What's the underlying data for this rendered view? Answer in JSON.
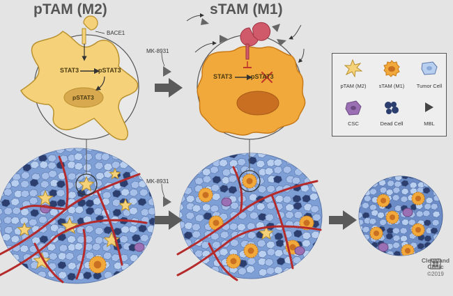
{
  "titles": {
    "left": "pTAM (M2)",
    "right": "sTAM (M1)"
  },
  "labels": {
    "bace1": "BACE1",
    "drug": "MK-8931"
  },
  "cell_text": {
    "left_stat3": "STAT3",
    "left_pstat3": "pSTAT3",
    "left_nucleus": "pSTAT3",
    "right_stat3": "STAT3",
    "right_pstat3": "pSTAT3"
  },
  "legend": [
    {
      "label": "pTAM (M2)",
      "icon": "ptam-icon"
    },
    {
      "label": "sTAM (M1)",
      "icon": "stam-icon"
    },
    {
      "label": "Tumor Cell",
      "icon": "tumor-cell-icon"
    },
    {
      "label": "CSC",
      "icon": "csc-icon"
    },
    {
      "label": "Dead Cell",
      "icon": "dead-cell-icon"
    },
    {
      "label": "MBL",
      "icon": "mbl-icon"
    }
  ],
  "brand": {
    "name_line1": "Cleveland",
    "name_line2": "Clinic",
    "copyright": "©2019"
  },
  "colors": {
    "background": "#e4e4e4",
    "ptam": "#f5d27a",
    "stam": "#f2a93b",
    "tumor": "#8aa9db",
    "vessel": "#b52a2a",
    "csc": "#9b6fb3",
    "dead": "#2c3e6e",
    "inhibitor": "#d05a6a",
    "arrow": "#555555"
  }
}
